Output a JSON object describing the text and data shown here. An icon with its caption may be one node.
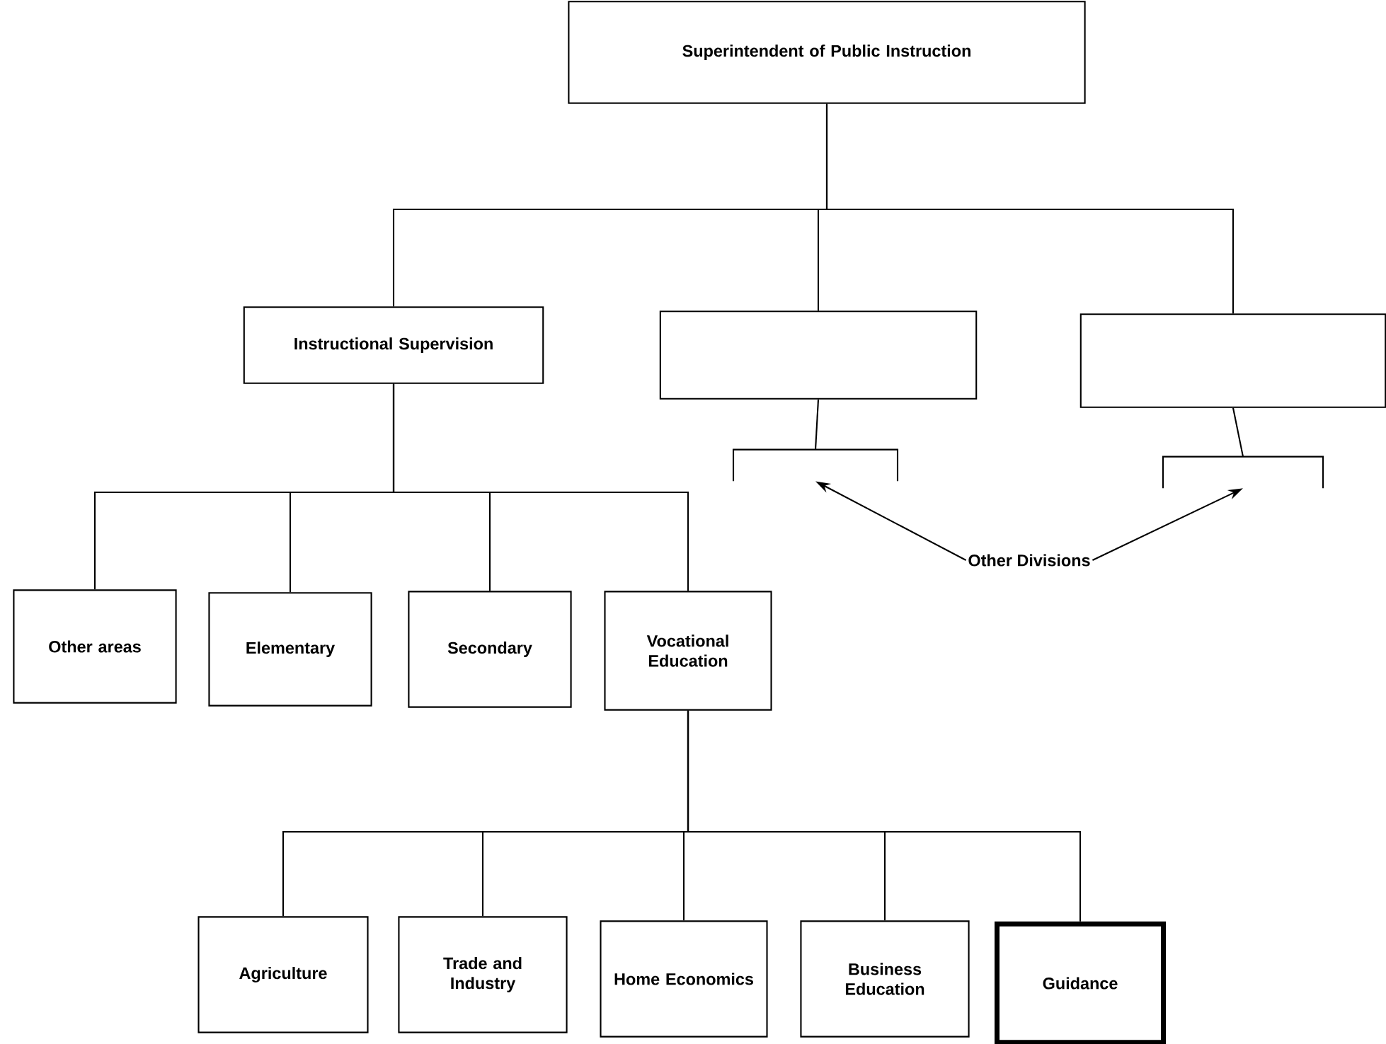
{
  "diagram": {
    "nodes": [
      {
        "text": [
          "Superintendent of Public Instruction"
        ]
      },
      {
        "text": [
          "Instructional Supervision"
        ]
      },
      {
        "text": [],
        "shape": "box"
      },
      {
        "text": [],
        "shape": "box"
      },
      {
        "text": [
          "Other areas"
        ]
      },
      {
        "text": [
          "Elementary"
        ]
      },
      {
        "text": [
          "Secondary"
        ]
      },
      {
        "text": [
          "Vocational Education"
        ]
      },
      {
        "text": [
          "Agriculture"
        ]
      },
      {
        "text": [
          "Trade and Industry"
        ]
      },
      {
        "text": [
          "Home Economics"
        ]
      },
      {
        "text": [
          "Business Education"
        ]
      },
      {
        "text": [
          "Guidance"
        ]
      },
      {
        "text": [
          "Other Divisions"
        ]
      },
      {
        "text": [],
        "shape": "bracket"
      },
      {
        "text": [],
        "shape": "bracket"
      }
    ],
    "edges": [
      {
        "from": 0,
        "to": 1,
        "arrow": "none"
      },
      {
        "from": 0,
        "to": 2,
        "arrow": "none"
      },
      {
        "from": 0,
        "to": 3,
        "arrow": "none"
      },
      {
        "from": 1,
        "to": 4,
        "arrow": "none"
      },
      {
        "from": 1,
        "to": 5,
        "arrow": "none"
      },
      {
        "from": 1,
        "to": 6,
        "arrow": "none"
      },
      {
        "from": 1,
        "to": 7,
        "arrow": "none"
      },
      {
        "from": 7,
        "to": 8,
        "arrow": "none"
      },
      {
        "from": 7,
        "to": 9,
        "arrow": "none"
      },
      {
        "from": 7,
        "to": 10,
        "arrow": "none"
      },
      {
        "from": 7,
        "to": 11,
        "arrow": "none"
      },
      {
        "from": 7,
        "to": 12,
        "arrow": "none"
      },
      {
        "from": 2,
        "to": 14,
        "arrow": "none"
      },
      {
        "from": 3,
        "to": 15,
        "arrow": "none"
      },
      {
        "from": 13,
        "to": 14,
        "arrow": "to"
      },
      {
        "from": 13,
        "to": 15,
        "arrow": "to"
      }
    ]
  }
}
